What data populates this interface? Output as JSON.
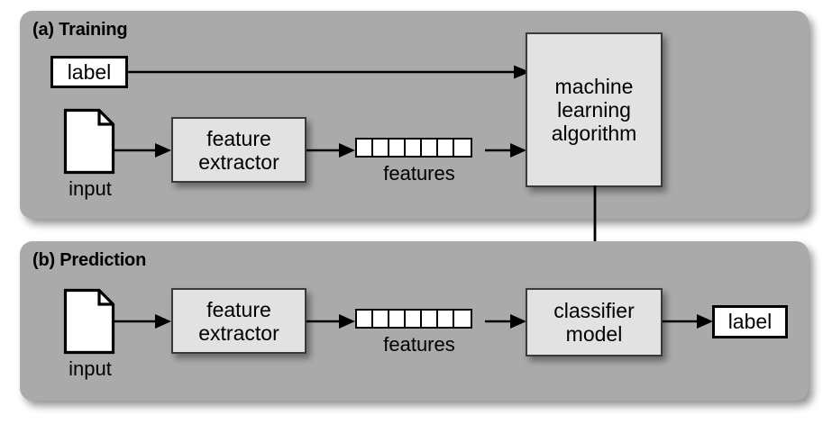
{
  "figure": {
    "type": "flowchart",
    "background_color": "#ffffff",
    "panel_color": "#aaaaaa",
    "box_fill_color": "#e2e2e2",
    "stroke_color": "#000000"
  },
  "panels": [
    {
      "id": "training",
      "title": "(a) Training",
      "nodes": {
        "label_box": "label",
        "input_caption": "input",
        "input_icon": "document-icon",
        "feature_extractor": {
          "line1": "feature",
          "line2": "extractor"
        },
        "features_caption": "features",
        "features_cells": 7,
        "algorithm": {
          "line1": "machine",
          "line2": "learning",
          "line3": "algorithm"
        }
      },
      "edges": [
        {
          "from": "label",
          "to": "machine learning algorithm"
        },
        {
          "from": "input",
          "to": "feature extractor"
        },
        {
          "from": "feature extractor",
          "to": "features"
        },
        {
          "from": "features",
          "to": "machine learning algorithm"
        }
      ]
    },
    {
      "id": "prediction",
      "title": "(b) Prediction",
      "nodes": {
        "input_caption": "input",
        "input_icon": "document-icon",
        "feature_extractor": {
          "line1": "feature",
          "line2": "extractor"
        },
        "features_caption": "features",
        "features_cells": 7,
        "classifier": {
          "line1": "classifier",
          "line2": "model"
        },
        "label_box": "label"
      },
      "edges": [
        {
          "from": "input",
          "to": "feature extractor"
        },
        {
          "from": "feature extractor",
          "to": "features"
        },
        {
          "from": "features",
          "to": "classifier model"
        },
        {
          "from": "classifier model",
          "to": "label"
        }
      ]
    }
  ],
  "cross_panel_edge": {
    "from": "machine learning algorithm",
    "to": "classifier model",
    "direction": "down"
  }
}
